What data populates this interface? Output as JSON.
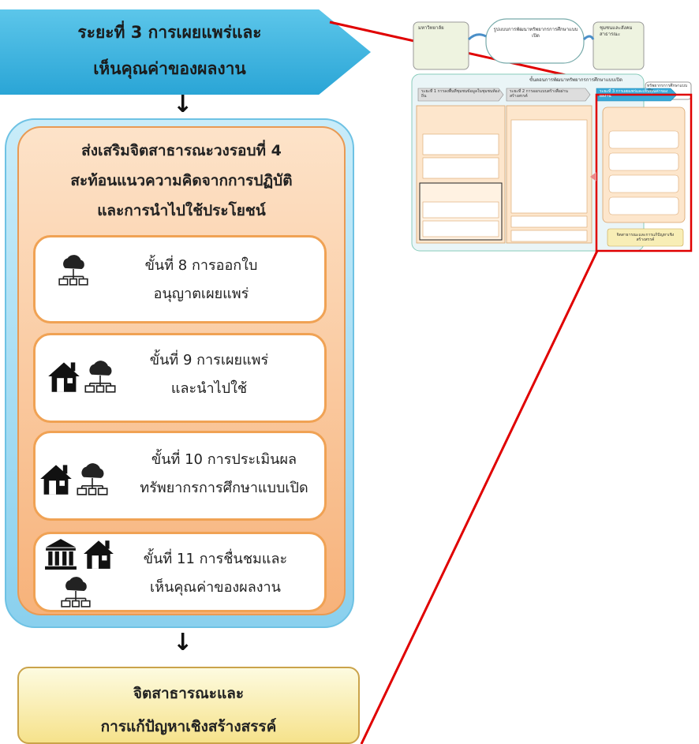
{
  "banner": {
    "line1": "ระยะที่ 3 การเผยแพร่และ",
    "line2": "เห็นคุณค่าของผลงาน"
  },
  "inner": {
    "line1": "ส่งเสริมจิตสาธารณะวงรอบที่ 4",
    "line2": "สะท้อนแนวความคิดจากการปฏิบัติ",
    "line3": "และการนำไปใช้ประโยชน์"
  },
  "steps": [
    {
      "line1": "ขั้นที่ 8 การออกใบ",
      "line2": "อนุญาตเผยแพร่",
      "icons": [
        "cloud-network-icon"
      ]
    },
    {
      "line1": "ขั้นที่ 9 การเผยแพร่",
      "line2": "และนำไปใช้",
      "icons": [
        "house-icon",
        "cloud-network-icon"
      ]
    },
    {
      "line1": "ขั้นที่ 10 การประเมินผล",
      "line2": "ทรัพยากรการศึกษาแบบเปิด",
      "icons": [
        "house-icon",
        "cloud-network-icon"
      ]
    },
    {
      "line1": "ขั้นที่ 11 การชื่นชมและ",
      "line2": "เห็นคุณค่าของผลงาน",
      "icons": [
        "university-icon",
        "house-icon",
        "cloud-network-icon"
      ]
    }
  ],
  "result": {
    "line1": "จิตสาธารณะและ",
    "line2": "การแก้ปัญหาเชิงสร้างสรรค์"
  },
  "thumbnail": {
    "top_left": "มหาวิทยาลัย",
    "center_title": "รูปแบบการพัฒนาทรัพยากรการศึกษาแบบเปิด",
    "top_right": "ชุมชนและสังคมสาธารณะ",
    "far_right": "ทรัพยากรการศึกษาแบบเปิด",
    "band_label": "ขั้นตอนการพัฒนาทรัพยากรการศึกษาแบบเปิด",
    "col1": "ระยะที่ 1 การลงพื้นที่ชุมชนข้อมูลในชุมชนท้องถิ่น",
    "col2": "ระยะที่ 2 การออกแบบสร้างสื่อผ่านสร้างสรรค์",
    "col3": "ระยะที่ 3 การเผยแพร่และเห็นคุณค่าของผลงาน",
    "footer": "จิตสาธารณะและการแก้ปัญหาเชิงสร้างสรรค์"
  },
  "colors": {
    "banner": "#2aa5d6",
    "outer_frame": "#8ad0ee",
    "inner_frame": "#f7b27a",
    "step_border": "#f0a254",
    "result_box": "#f6e28b",
    "connector": "#e00000"
  }
}
